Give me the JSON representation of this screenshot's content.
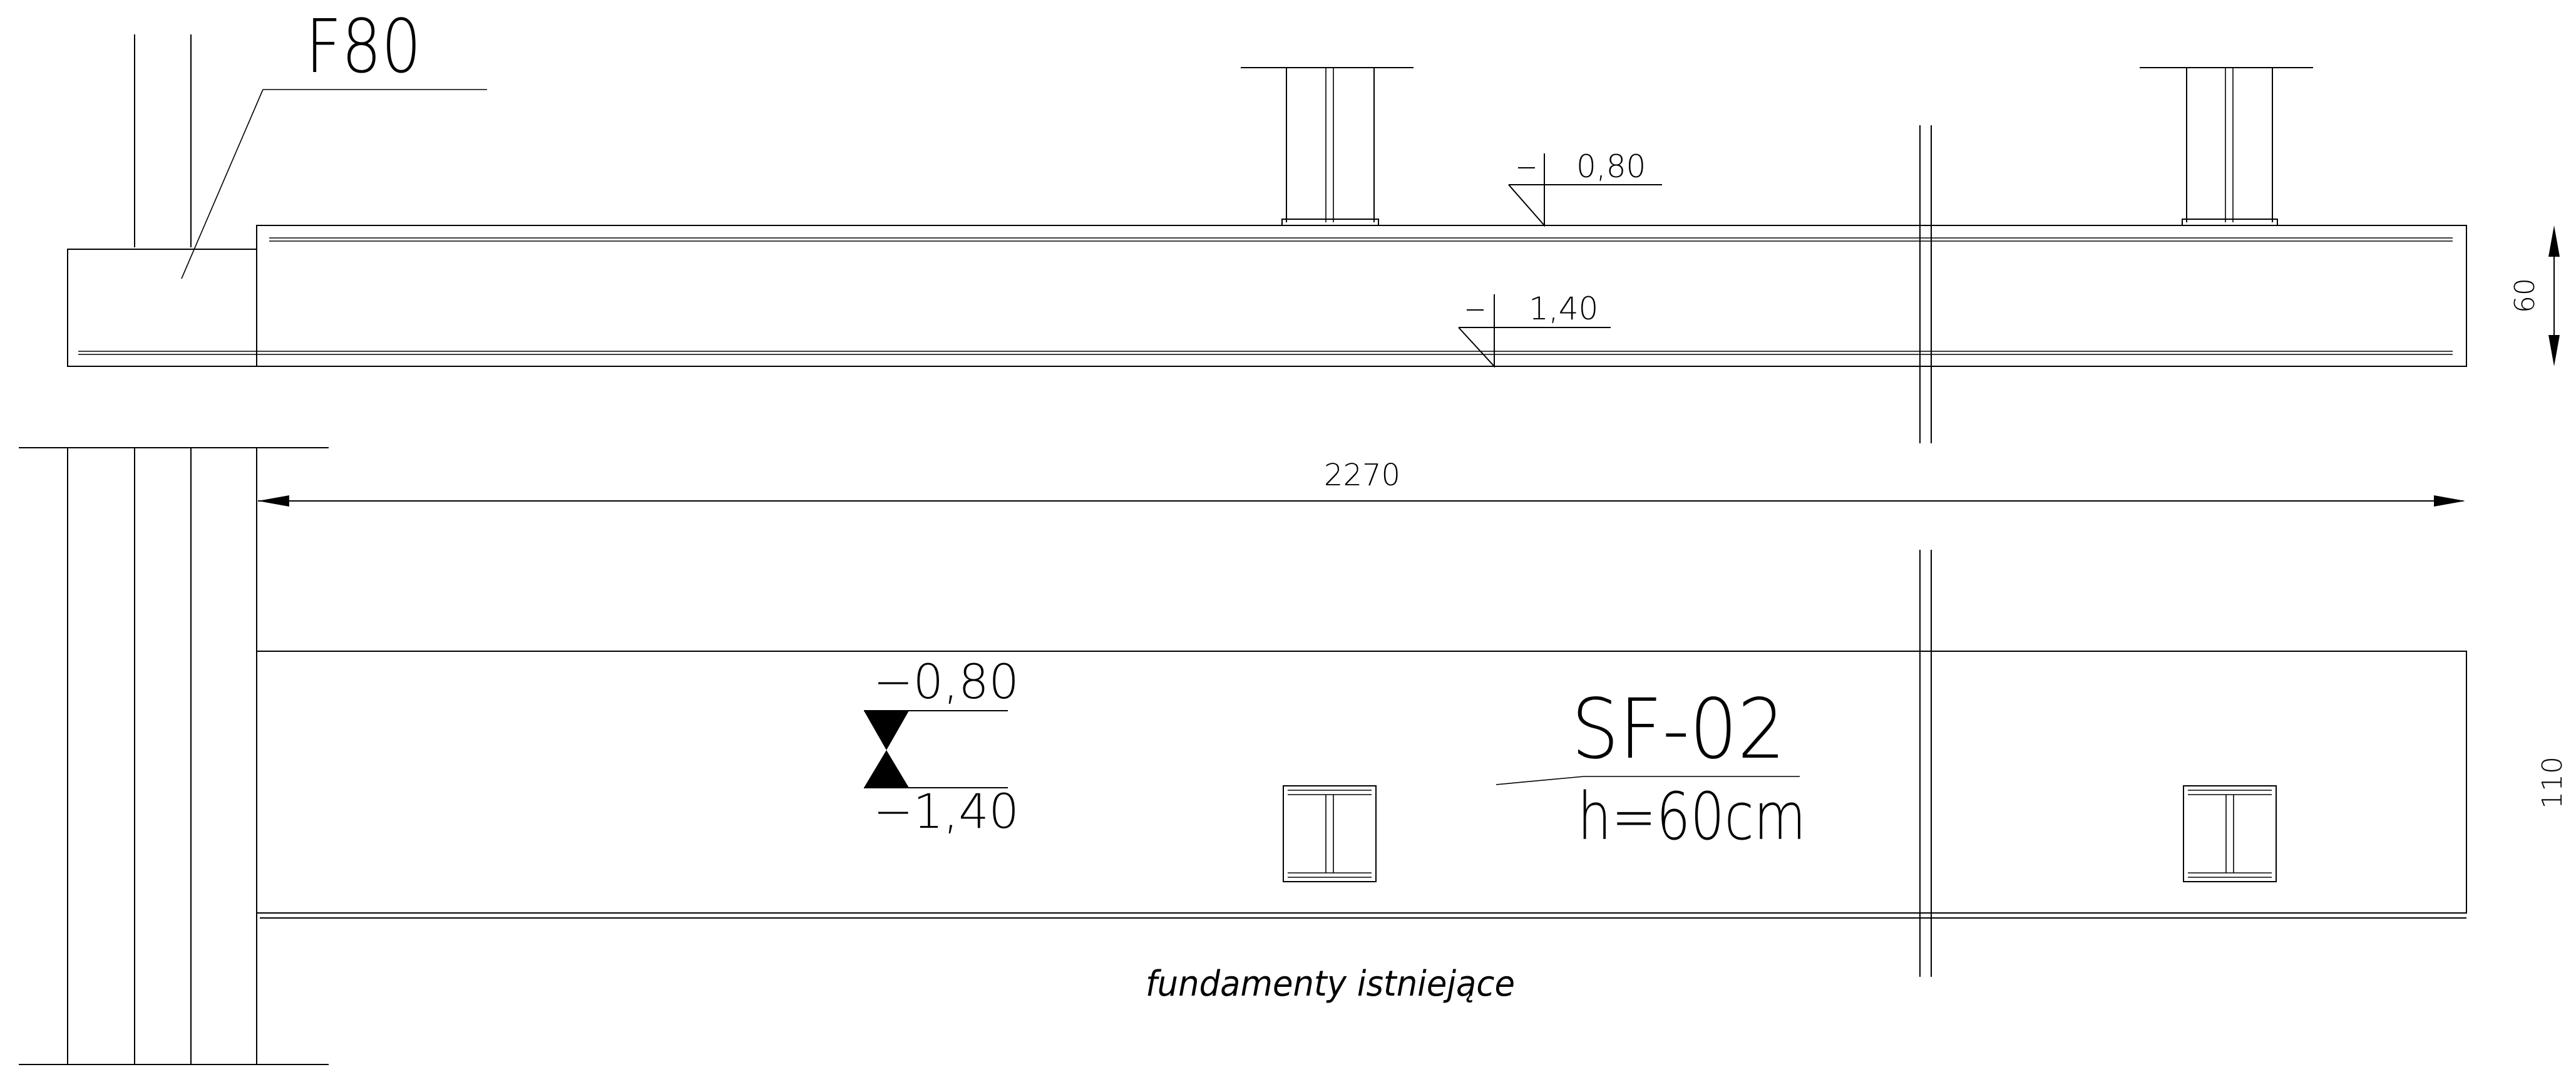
{
  "drawing": {
    "labels": {
      "footing_tag": "F80",
      "beam_tag": "SF-02",
      "beam_height": "h=60cm",
      "level_top_section": "0,80",
      "level_bottom_section": "1,40",
      "level_top_plan": "−0,80",
      "level_bottom_plan": "−1,40",
      "level_sign": "−",
      "existing_foundations": "fundamenty  istniejące"
    },
    "dimensions": {
      "span": "2270",
      "section_height": "60",
      "plan_width": "110"
    }
  }
}
